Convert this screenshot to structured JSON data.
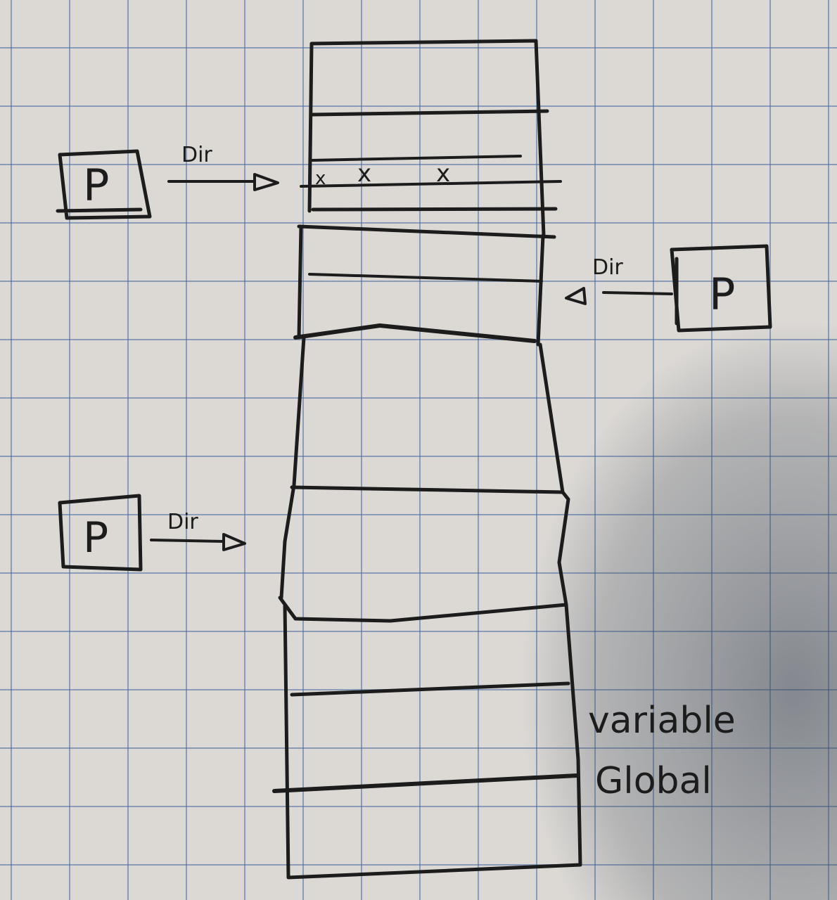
{
  "processes": [
    {
      "id": "p1",
      "label": "P",
      "arrow_label": "Dir",
      "arrow_direction": "right"
    },
    {
      "id": "p2",
      "label": "P",
      "arrow_label": "Dir",
      "arrow_direction": "left"
    },
    {
      "id": "p3",
      "label": "P",
      "arrow_label": "Dir",
      "arrow_direction": "right"
    }
  ],
  "memory_cell_labels": [
    "x",
    "x",
    "x"
  ],
  "annotation": {
    "line1": "variable",
    "line2": "Global"
  },
  "colors": {
    "ink": "#1c1c1c",
    "paper": "#dcd9d5",
    "grid": "#4669a0"
  }
}
